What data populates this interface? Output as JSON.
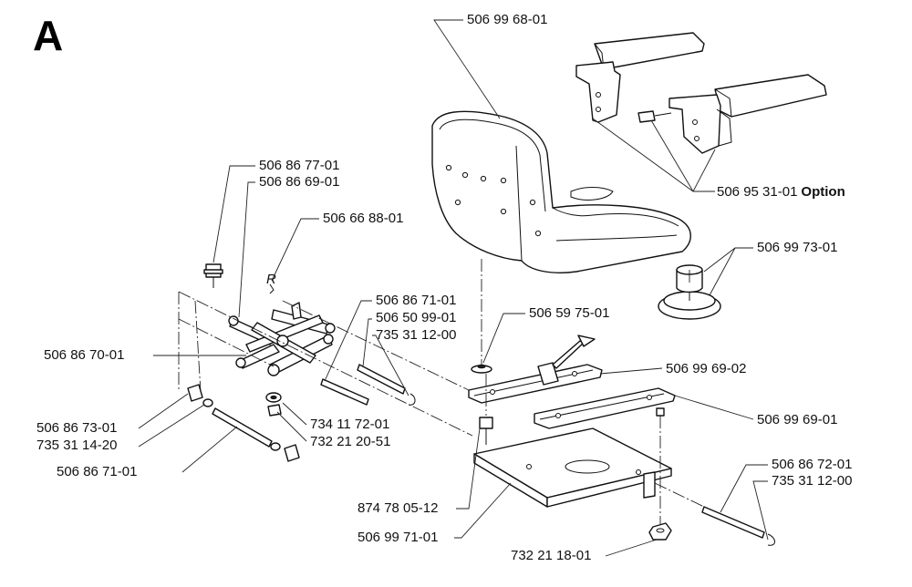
{
  "diagram": {
    "section_letter": "A",
    "side_mark": "R",
    "callouts": {
      "seat": {
        "part": "506 99 68-01"
      },
      "armrest": {
        "part": "506 95 31-01",
        "note": "Option"
      },
      "seat_knob": {
        "part": "506 99 73-01"
      },
      "bracket_pin_a": {
        "part": "506 86 77-01"
      },
      "bracket_pin_b": {
        "part": "506 86 69-01"
      },
      "spring_hook": {
        "part": "506 66 88-01"
      },
      "rod_upper": {
        "part": "506 86 71-01"
      },
      "rod_bushing": {
        "part": "506 50 99-01"
      },
      "clip_upper": {
        "part": "735 31 12-00"
      },
      "slide_washer": {
        "part": "506 59 75-01"
      },
      "scissor_link": {
        "part": "506 86 70-01"
      },
      "slide_rail_lever": {
        "part": "506 99 69-02"
      },
      "washer_mid": {
        "part": "734 11 72-01"
      },
      "nut_mid": {
        "part": "732 21 20-51"
      },
      "slide_rail": {
        "part": "506 99 69-01"
      },
      "bushing_left": {
        "part": "506 86 73-01"
      },
      "clip_left": {
        "part": "735 31 14-20"
      },
      "rod_lower": {
        "part": "506 86 71-01"
      },
      "rod_right": {
        "part": "506 86 72-01"
      },
      "clip_right": {
        "part": "735 31 12-00"
      },
      "bolt": {
        "part": "874 78 05-12"
      },
      "base_plate": {
        "part": "506 99 71-01"
      },
      "nut_bottom": {
        "part": "732 21 18-01"
      }
    }
  }
}
